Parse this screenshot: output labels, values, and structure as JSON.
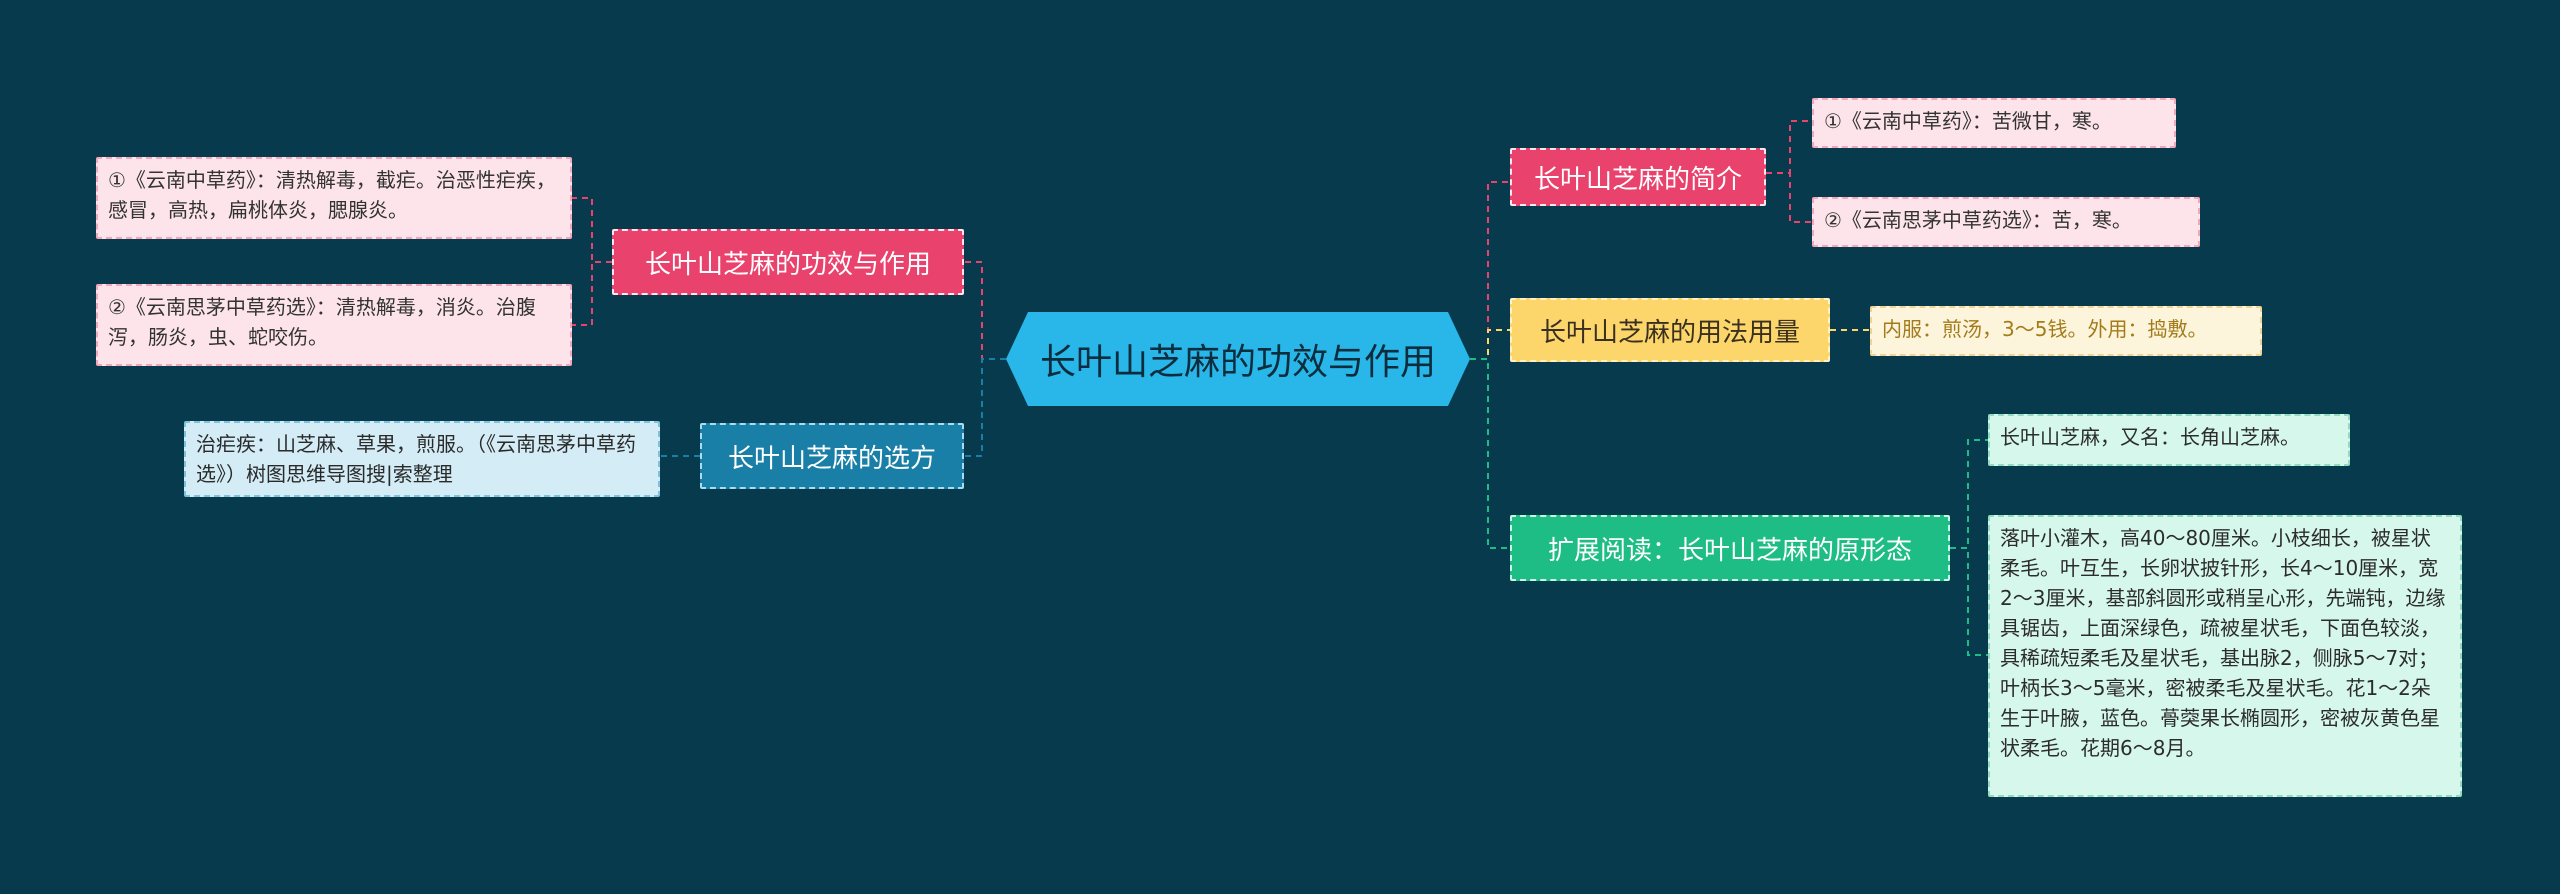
{
  "center": {
    "title": "长叶山芝麻的功效与作用"
  },
  "branches": {
    "intro": {
      "label": "长叶山芝麻的简介",
      "leaves": [
        "①《云南中草药》：苦微甘，寒。",
        "②《云南思茅中草药选》：苦，寒。"
      ]
    },
    "usage": {
      "label": "长叶山芝麻的用法用量",
      "leaves": [
        "内服：煎汤，3～5钱。外用：捣敷。"
      ]
    },
    "morphology": {
      "label": "扩展阅读：长叶山芝麻的原形态",
      "leaves": [
        "长叶山芝麻，又名：长角山芝麻。",
        "落叶小灌木，高40～80厘米。小枝细长，被星状柔毛。叶互生，长卵状披针形，长4～10厘米，宽2～3厘米，基部斜圆形或稍呈心形，先端钝，边缘具锯齿，上面深绿色，疏被星状毛，下面色较淡，具稀疏短柔毛及星状毛，基出脉2，侧脉5～7对；叶柄长3～5毫米，密被柔毛及星状毛。花1～2朵生于叶腋，蓝色。蓇葖果长椭圆形，密被灰黄色星状柔毛。花期6～8月。"
      ]
    },
    "effects": {
      "label": "长叶山芝麻的功效与作用",
      "leaves": [
        "①《云南中草药》：清热解毒，截疟。治恶性疟疾，感冒，高热，扁桃体炎，腮腺炎。",
        "②《云南思茅中草药选》：清热解毒，消炎。治腹泻，肠炎，虫、蛇咬伤。"
      ]
    },
    "prescription": {
      "label": "长叶山芝麻的选方",
      "leaves": [
        "治疟疾：山芝麻、草果，煎服。（《云南思茅中草药选》）树图思维导图搜|索整理"
      ]
    }
  },
  "colors": {
    "background": "#073a4d",
    "center": "#29b6e8",
    "pink": "#e9426d",
    "yellow": "#fcd66b",
    "green": "#1dbd85",
    "blue": "#197fa6"
  }
}
